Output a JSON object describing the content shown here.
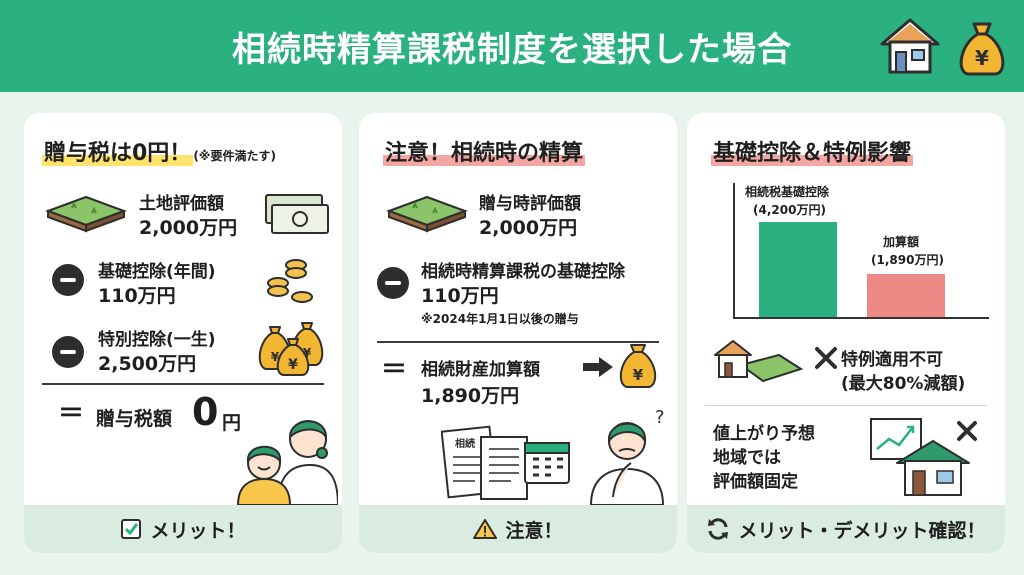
{
  "header": {
    "title": "相続時精算課税制度を選択した場合"
  },
  "card1": {
    "title": "贈与税は0円！",
    "note": "(※要件満たす)",
    "land_label": "土地評価額",
    "land_value": "2,000万円",
    "basic_label": "基礎控除(年間)",
    "basic_value": "110万円",
    "special_label": "特別控除(一生)",
    "special_value": "2,500万円",
    "eq_symbol": "＝",
    "tax_label": "贈与税額",
    "tax_zero": "0",
    "tax_unit": "円",
    "footer": "メリット！"
  },
  "card2": {
    "title": "注意！相続時の精算",
    "gift_label": "贈与時評価額",
    "gift_value": "2,000万円",
    "deduct_label": "相続時精算課税の基礎控除",
    "deduct_value": "110万円",
    "deduct_note": "※2024年1月1日以後の贈与",
    "eq_symbol": "＝",
    "add_label": "相続財産加算額",
    "add_value": "1,890万円",
    "doc_label": "相続",
    "question_mark": "?",
    "footer": "注意！"
  },
  "card3": {
    "title": "基礎控除＆特例影響",
    "chart_data": {
      "type": "bar",
      "categories": [
        "相続税基礎控除",
        "加算額"
      ],
      "values": [
        4200,
        1890
      ],
      "value_labels": [
        "(4,200万円)",
        "(1,890万円)"
      ],
      "colors": [
        "#2bb07f",
        "#ee8a86"
      ]
    },
    "special_na_1": "特例適用不可",
    "special_na_2": "(最大80%減額)",
    "rise_1": "値上がり予想",
    "rise_2": "地域では",
    "rise_3": "評価額固定",
    "footer": "メリット・デメリット確認！"
  },
  "colors": {
    "brand": "#2bb07f",
    "background": "#e9f4ec",
    "highlight_yellow": "#ffe36b",
    "highlight_pink": "#f4a6a2"
  },
  "icons": [
    "house-icon",
    "money-bag-icon",
    "land-icon",
    "banknotes-icon",
    "coins-icon",
    "minus-icon",
    "arrow-icon",
    "document-icon",
    "calendar-icon",
    "checkbox-icon",
    "warning-icon",
    "refresh-icon",
    "cross-icon",
    "chart-board-icon",
    "people-illustration",
    "worried-person-illustration"
  ]
}
